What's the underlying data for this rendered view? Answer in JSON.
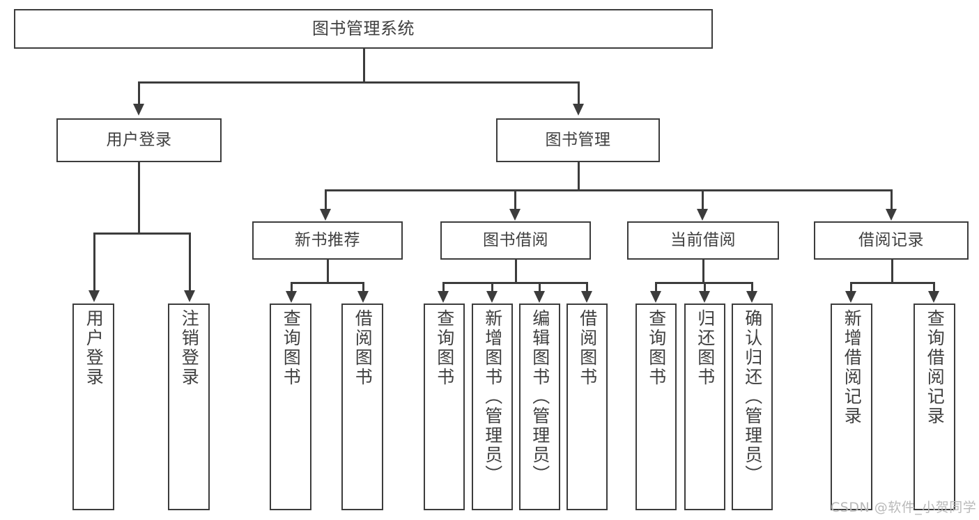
{
  "diagram": {
    "title": "图书管理系统",
    "type": "functional-structure-tree",
    "watermark": "CSDN @软件_小贺同学",
    "colors": {
      "stroke": "#3c3c3c",
      "node_fill": "#ffffff",
      "text": "#3f3f3f",
      "background": "#ffffff",
      "watermark": "#b9b9b9"
    }
  },
  "nodes": {
    "root": {
      "label": "图书管理系统"
    },
    "level1": [
      {
        "id": "user-login",
        "label": "用户登录"
      },
      {
        "id": "book-manage",
        "label": "图书管理"
      }
    ],
    "level2": [
      {
        "id": "new-book-recommend",
        "label": "新书推荐"
      },
      {
        "id": "book-borrow",
        "label": "图书借阅"
      },
      {
        "id": "current-borrow",
        "label": "当前借阅"
      },
      {
        "id": "borrow-record",
        "label": "借阅记录"
      }
    ],
    "leaves": {
      "user-login": [
        {
          "id": "leaf-user-login",
          "label": "用户登录"
        },
        {
          "id": "leaf-user-logout",
          "label": "注销登录"
        }
      ],
      "new-book-recommend": [
        {
          "id": "leaf-query-book-1",
          "label": "查询图书"
        },
        {
          "id": "leaf-borrow-book-1",
          "label": "借阅图书"
        }
      ],
      "book-borrow": [
        {
          "id": "leaf-query-book-2",
          "label": "查询图书"
        },
        {
          "id": "leaf-add-book",
          "label": "新增图书（管理员）"
        },
        {
          "id": "leaf-edit-book",
          "label": "编辑图书（管理员）"
        },
        {
          "id": "leaf-borrow-book-2",
          "label": "借阅图书"
        }
      ],
      "current-borrow": [
        {
          "id": "leaf-query-book-3",
          "label": "查询图书"
        },
        {
          "id": "leaf-return-book",
          "label": "归还图书"
        },
        {
          "id": "leaf-confirm-return",
          "label": "确认归还（管理员）"
        }
      ],
      "borrow-record": [
        {
          "id": "leaf-add-record",
          "label": "新增借阅记录"
        },
        {
          "id": "leaf-query-record",
          "label": "查询借阅记录"
        }
      ]
    }
  }
}
